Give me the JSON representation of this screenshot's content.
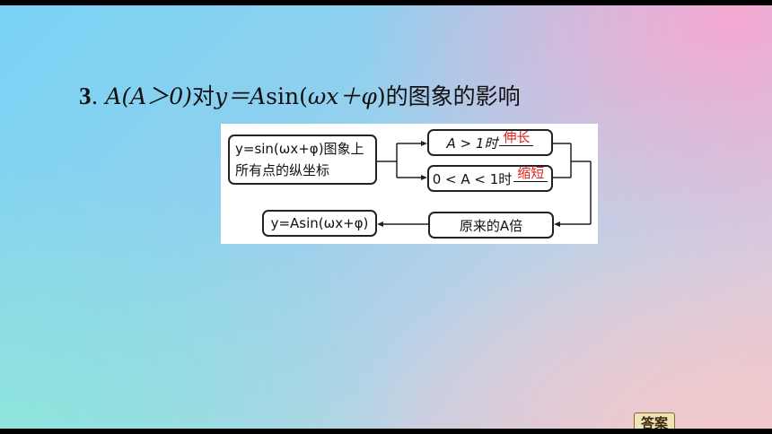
{
  "heading": {
    "number": "3",
    "sep": ".",
    "part1": "A(A＞0)",
    "part2": "对",
    "part3": "y＝A",
    "part4": "sin(",
    "part5": "ωx＋φ",
    "part6": ")",
    "part7": "的图象的影响"
  },
  "diagram": {
    "left_line1": "y=sin(ωx+φ)图象上",
    "left_line2": "所有点的纵坐标",
    "cond_up": "A > 1时",
    "answer_up": "伸长",
    "cond_down": "0 < A < 1时",
    "answer_down": "缩短",
    "mult": "原来的A倍",
    "result": "y=Asin(ωx+φ)"
  },
  "answer_button": "答案"
}
